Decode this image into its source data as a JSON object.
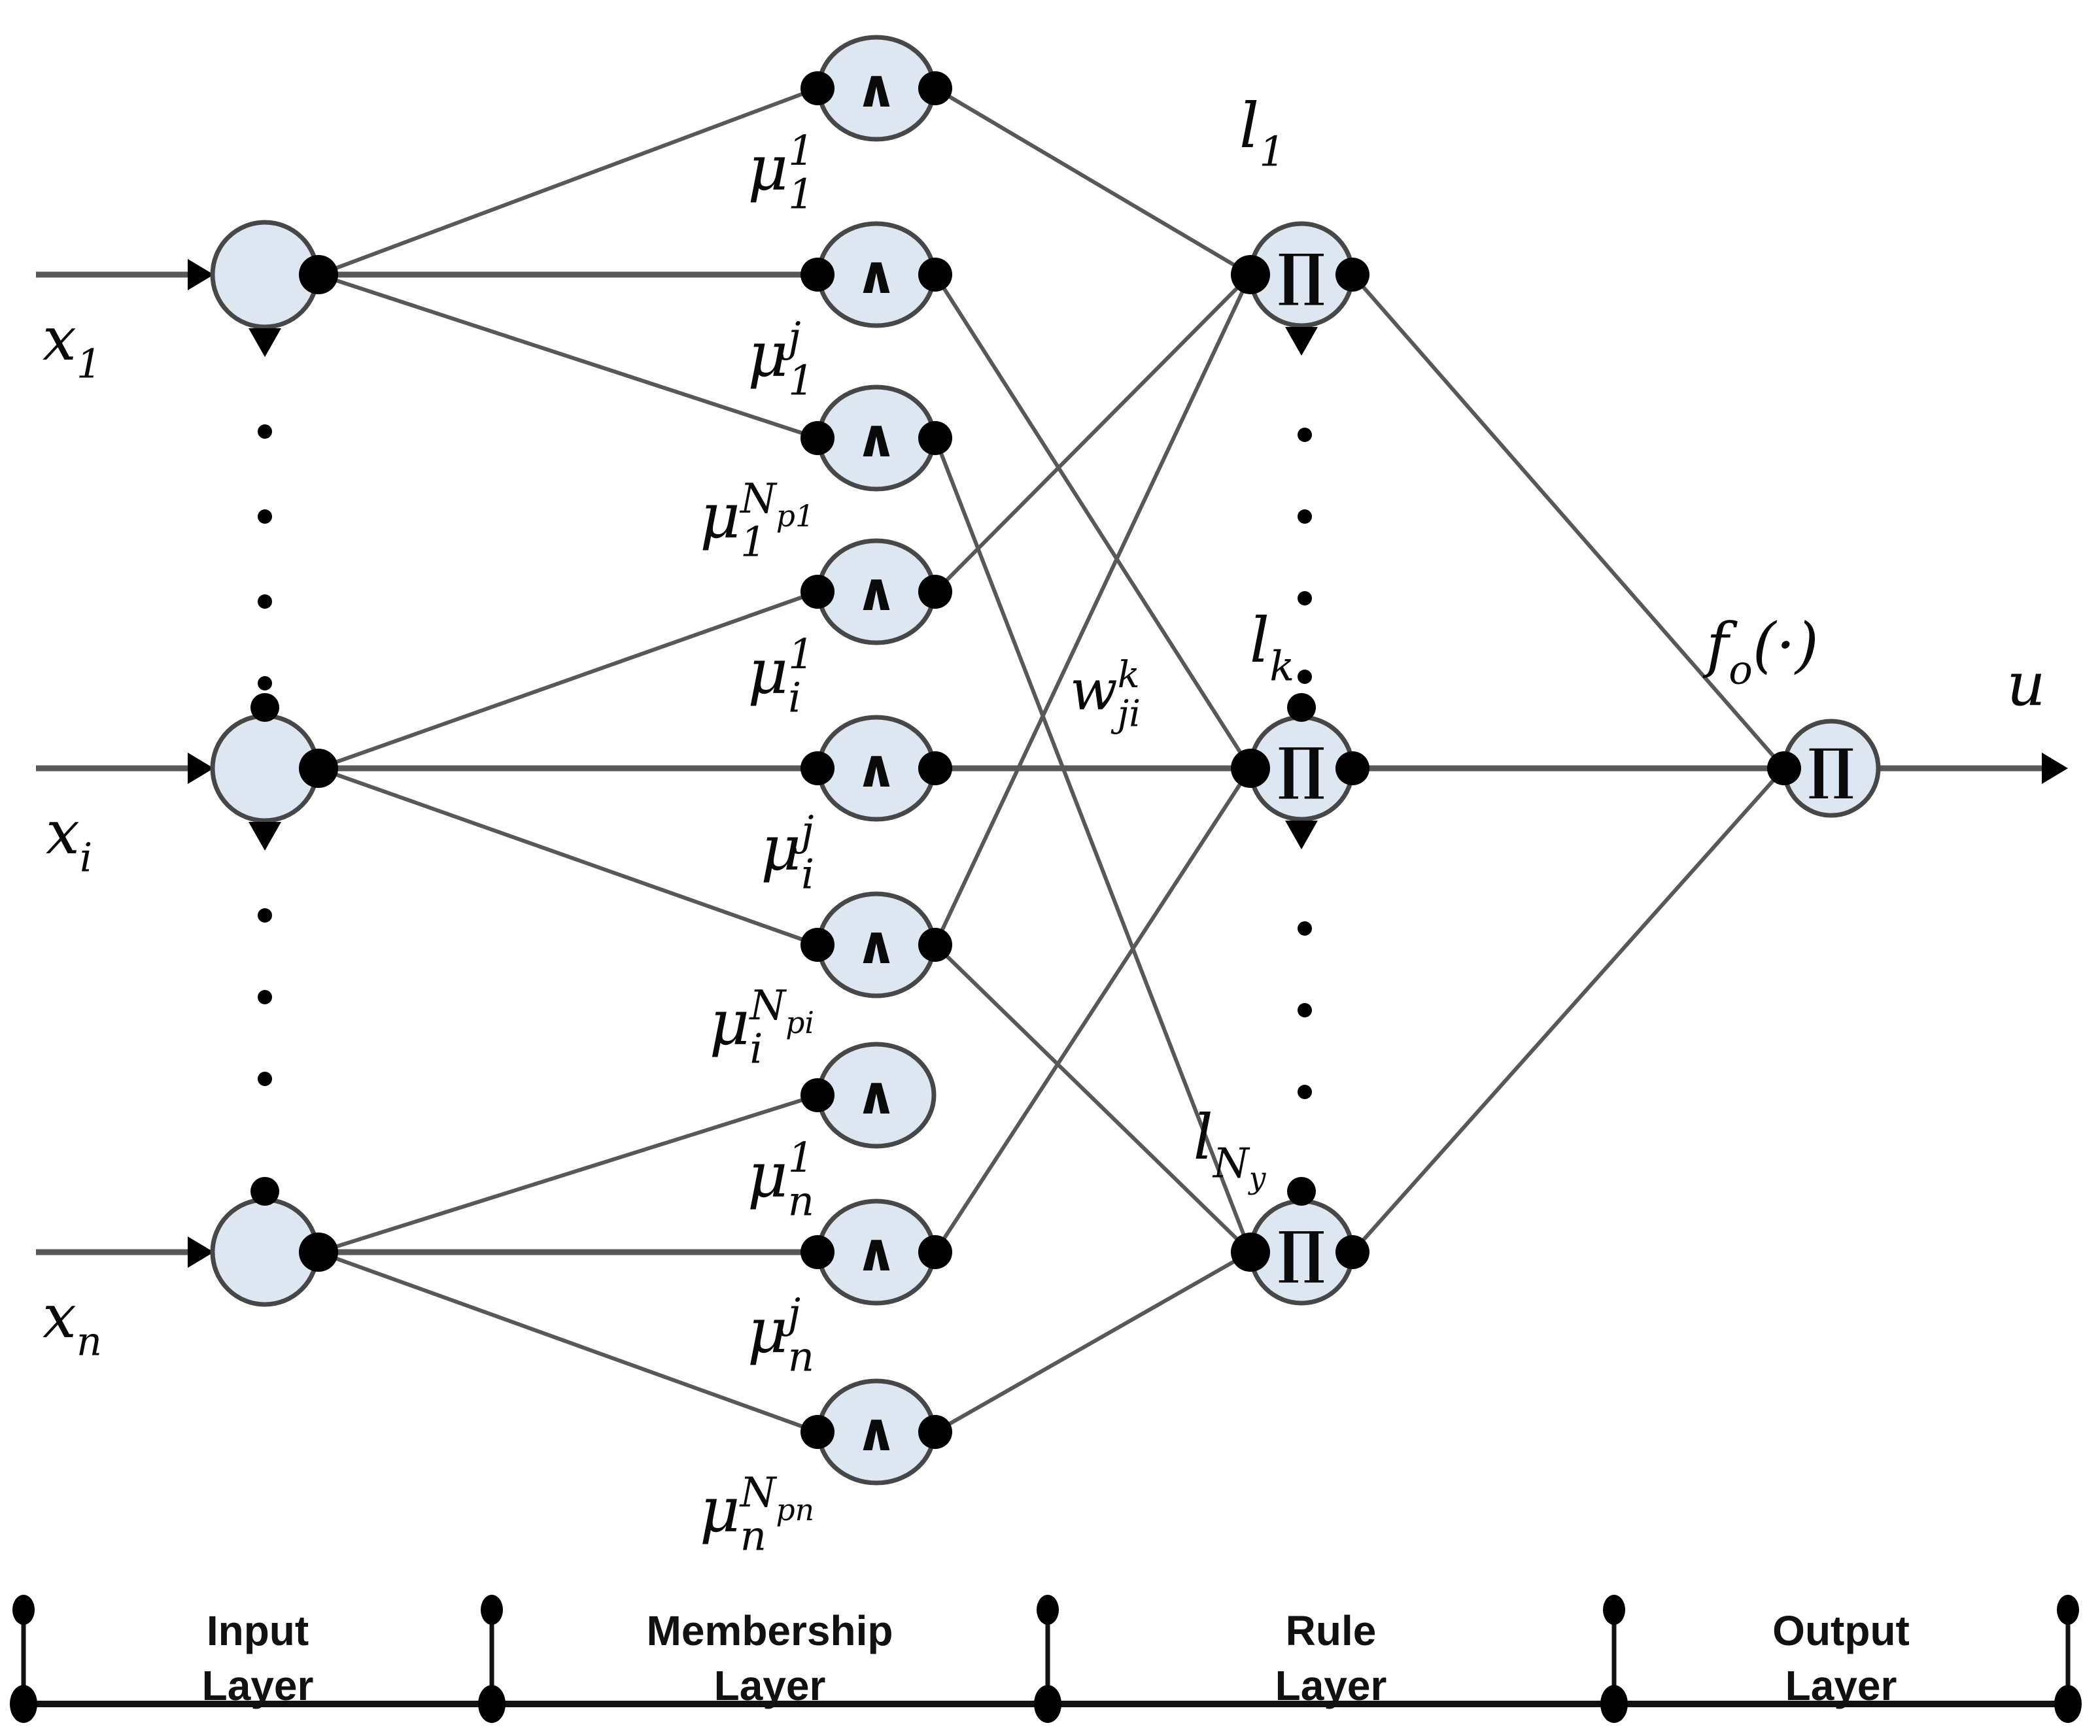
{
  "colors": {
    "node_fill": "#dde7f2",
    "node_stroke": "#474747",
    "edge": "#585858",
    "dot": "#000000",
    "text": "#0a0a0a",
    "axis": "#111111"
  },
  "inputs": [
    {
      "math": {
        "base": "x",
        "sub": "1"
      }
    },
    {
      "math": {
        "base": "x",
        "sub": "i"
      }
    },
    {
      "math": {
        "base": "x",
        "sub": "n"
      }
    }
  ],
  "membership": {
    "op": "∧",
    "labels": [
      {
        "base": "μ",
        "sup": "1",
        "sub": "1"
      },
      {
        "base": "μ",
        "sup": "j",
        "sub": "1"
      },
      {
        "base": "μ",
        "sup": "N_p1",
        "sub": "1"
      },
      {
        "base": "μ",
        "sup": "1",
        "sub": "i"
      },
      {
        "base": "μ",
        "sup": "j",
        "sub": "i"
      },
      {
        "base": "μ",
        "sup": "N_pi",
        "sub": "i"
      },
      {
        "base": "μ",
        "sup": "1",
        "sub": "n"
      },
      {
        "base": "μ",
        "sup": "j",
        "sub": "n"
      },
      {
        "base": "μ",
        "sup": "N_pn",
        "sub": "n"
      }
    ]
  },
  "rules": {
    "op": "∏",
    "labels": [
      {
        "base": "l",
        "sub": "1"
      },
      {
        "base": "l",
        "sub": "k"
      },
      {
        "base": "l",
        "sub": "N_y"
      }
    ]
  },
  "weight": {
    "base": "w",
    "sup": "k",
    "sub": "ji"
  },
  "output": {
    "op": "∏",
    "fn": {
      "base": "f",
      "sub": "o",
      "tail": "(·)"
    },
    "out": {
      "base": "u"
    }
  },
  "axis": {
    "sections": [
      {
        "line1": "Input",
        "line2": "Layer"
      },
      {
        "line1": "Membership",
        "line2": "Layer"
      },
      {
        "line1": "Rule",
        "line2": "Layer"
      },
      {
        "line1": "Output",
        "line2": "Layer"
      }
    ]
  }
}
